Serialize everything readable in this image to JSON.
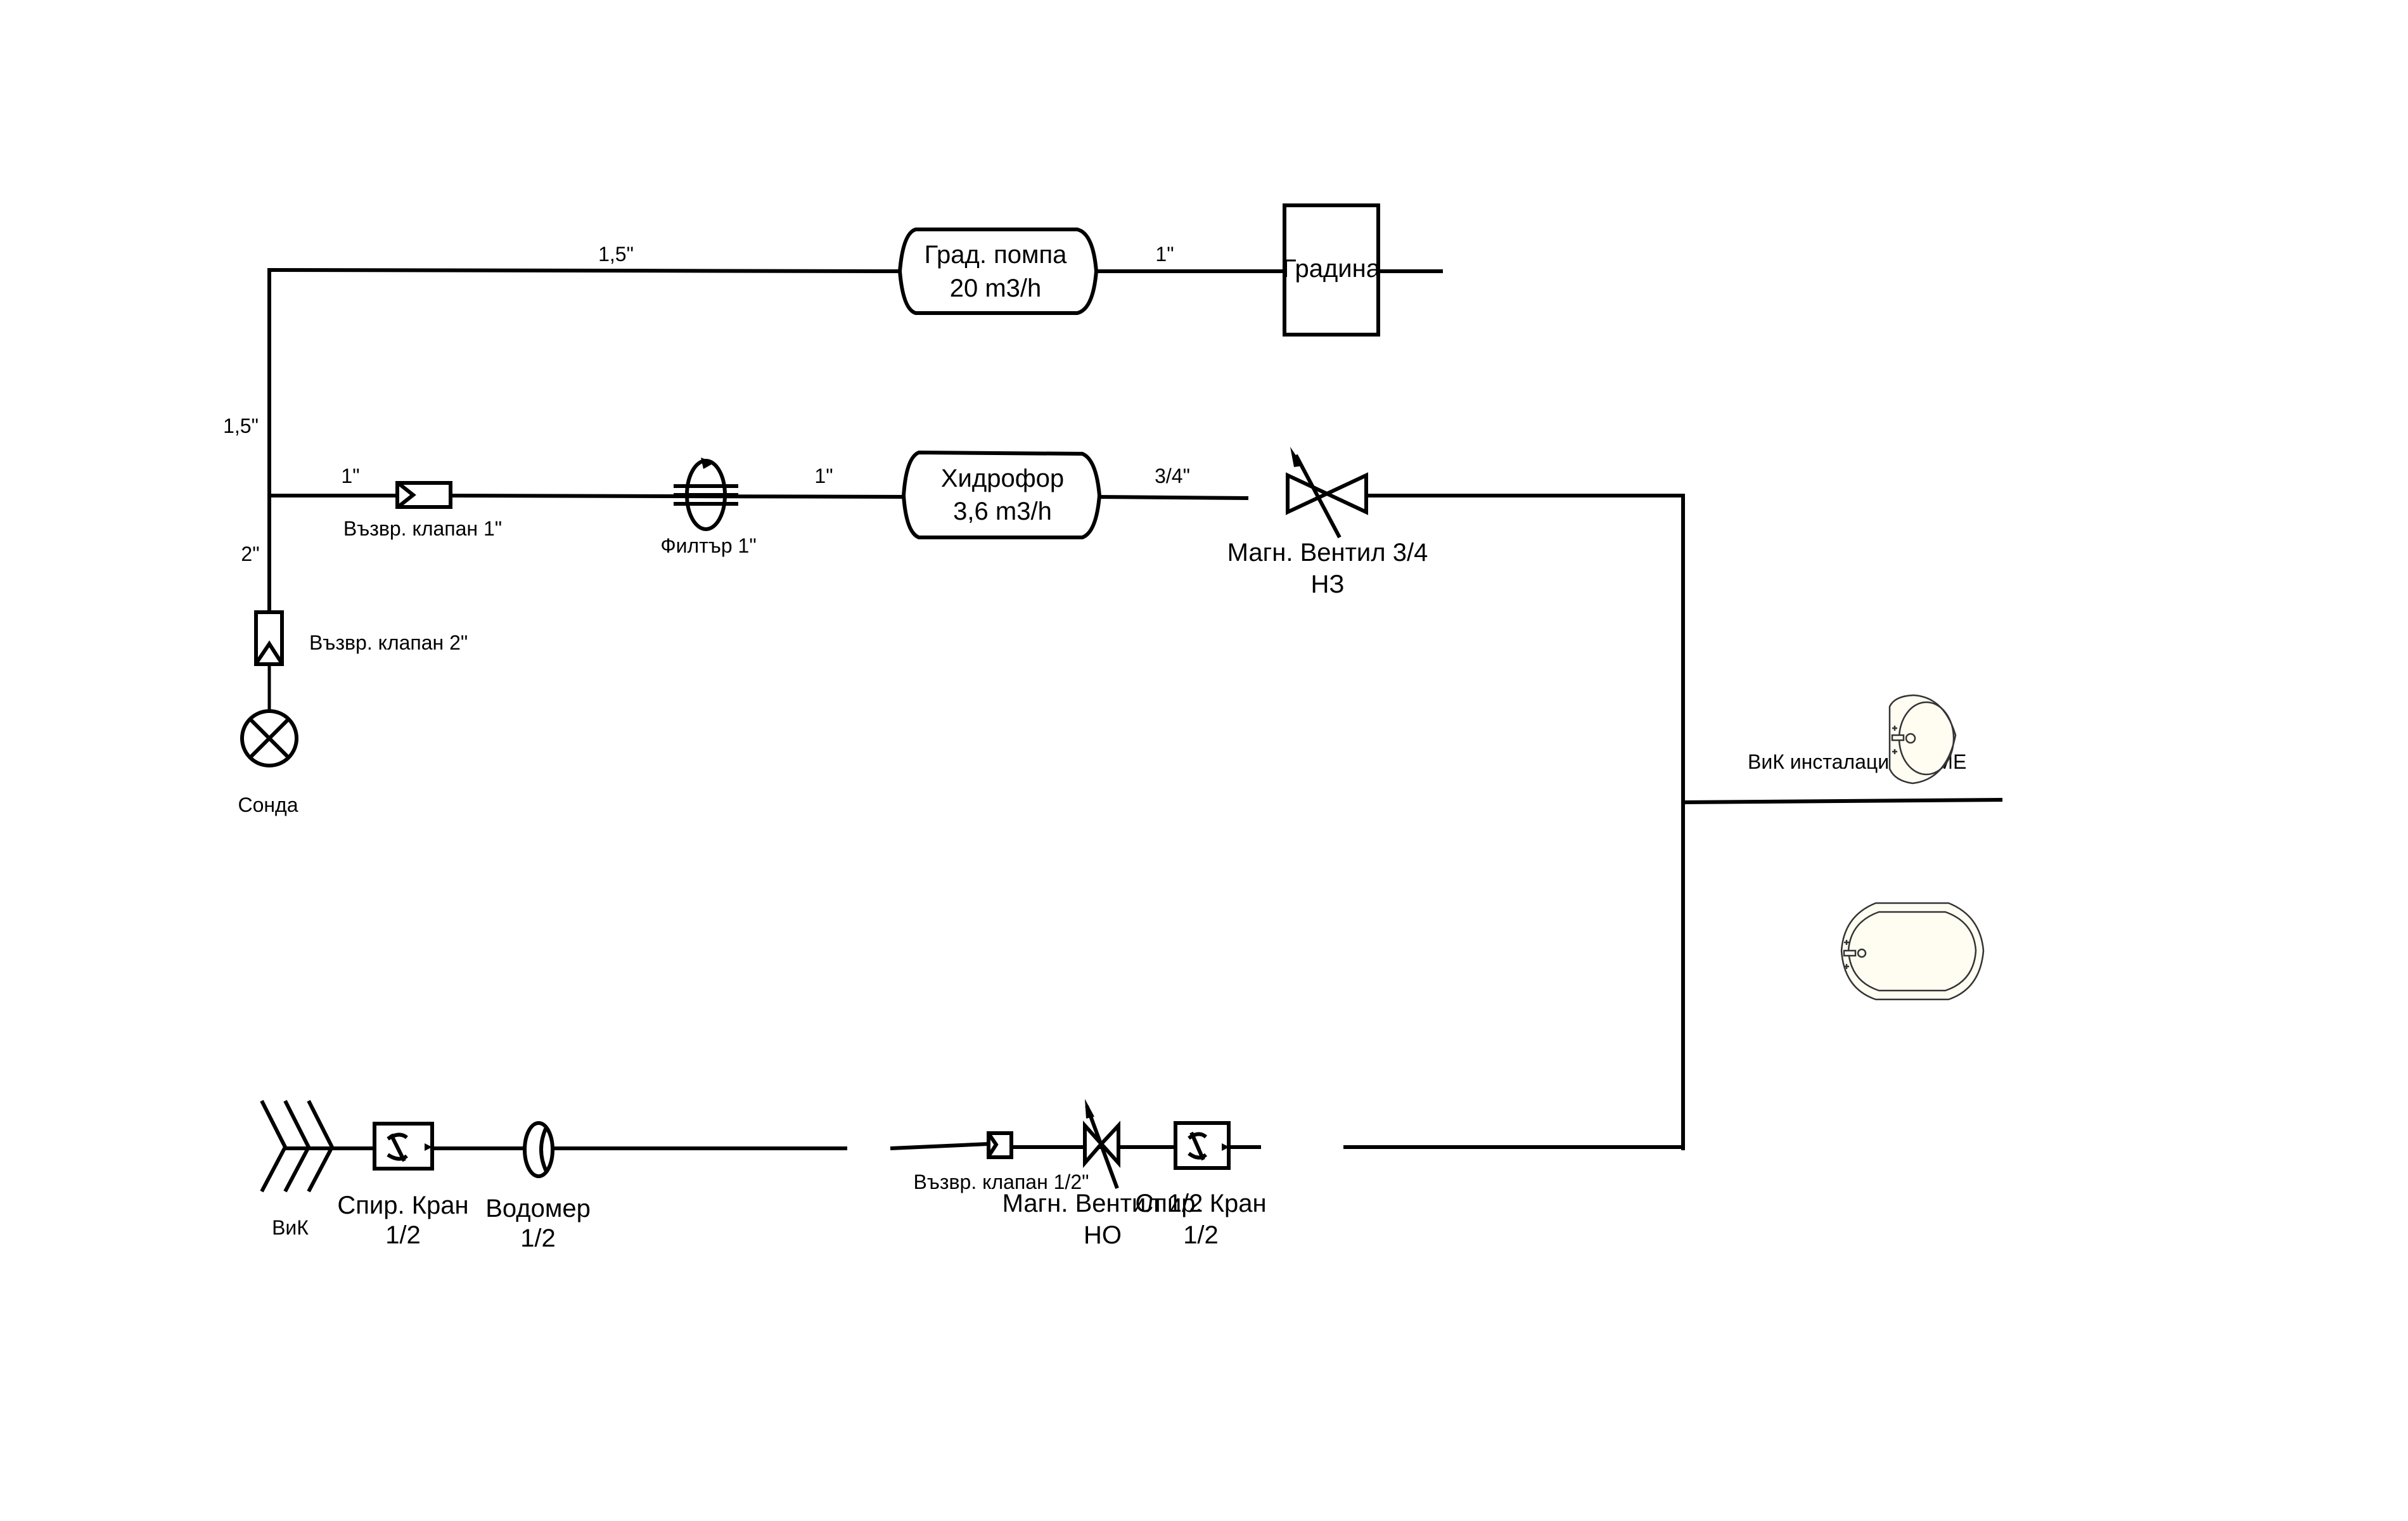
{
  "diagram": {
    "type": "plumbing-schematic",
    "pipe_sizes": {
      "top_horizontal": "1,5\"",
      "top_to_garden": "1\"",
      "vertical_upper": "1,5\"",
      "vertical_lower": "2\"",
      "to_check_valve": "1\"",
      "filter_to_hydrophore": "1\"",
      "hydrophore_to_valve": "3/4\""
    },
    "components": {
      "garden_pump": {
        "line1": "Град. помпа",
        "line2": "20 m3/h"
      },
      "garden": {
        "label": "Градина"
      },
      "check_valve_1": {
        "label": "Възвр. клапан 1\""
      },
      "filter": {
        "label": "Филтър 1\""
      },
      "hydrophore": {
        "line1": "Хидрофор",
        "line2": "3,6 m3/h"
      },
      "solenoid_valve_34": {
        "line1": "Магн. Вентил 3/4",
        "line2": "НЗ"
      },
      "check_valve_2": {
        "label": "Възвр. клапан 2\""
      },
      "probe": {
        "label": "Сонда"
      },
      "home_installation": {
        "label": "ВиК инсталация HOME"
      },
      "city_supply": {
        "label": "ВиК"
      },
      "stop_valve_1": {
        "line1": "Спир. Кран",
        "line2": "1/2"
      },
      "water_meter": {
        "line1": "Водомер",
        "line2": "1/2"
      },
      "check_valve_half": {
        "label": "Възвр. клапан 1/2\""
      },
      "solenoid_valve_12": {
        "line1": "Магн. Вентил 1/2",
        "line2": "НО"
      },
      "stop_valve_2": {
        "line1": "Спир. Кран",
        "line2": "1/2"
      }
    }
  }
}
